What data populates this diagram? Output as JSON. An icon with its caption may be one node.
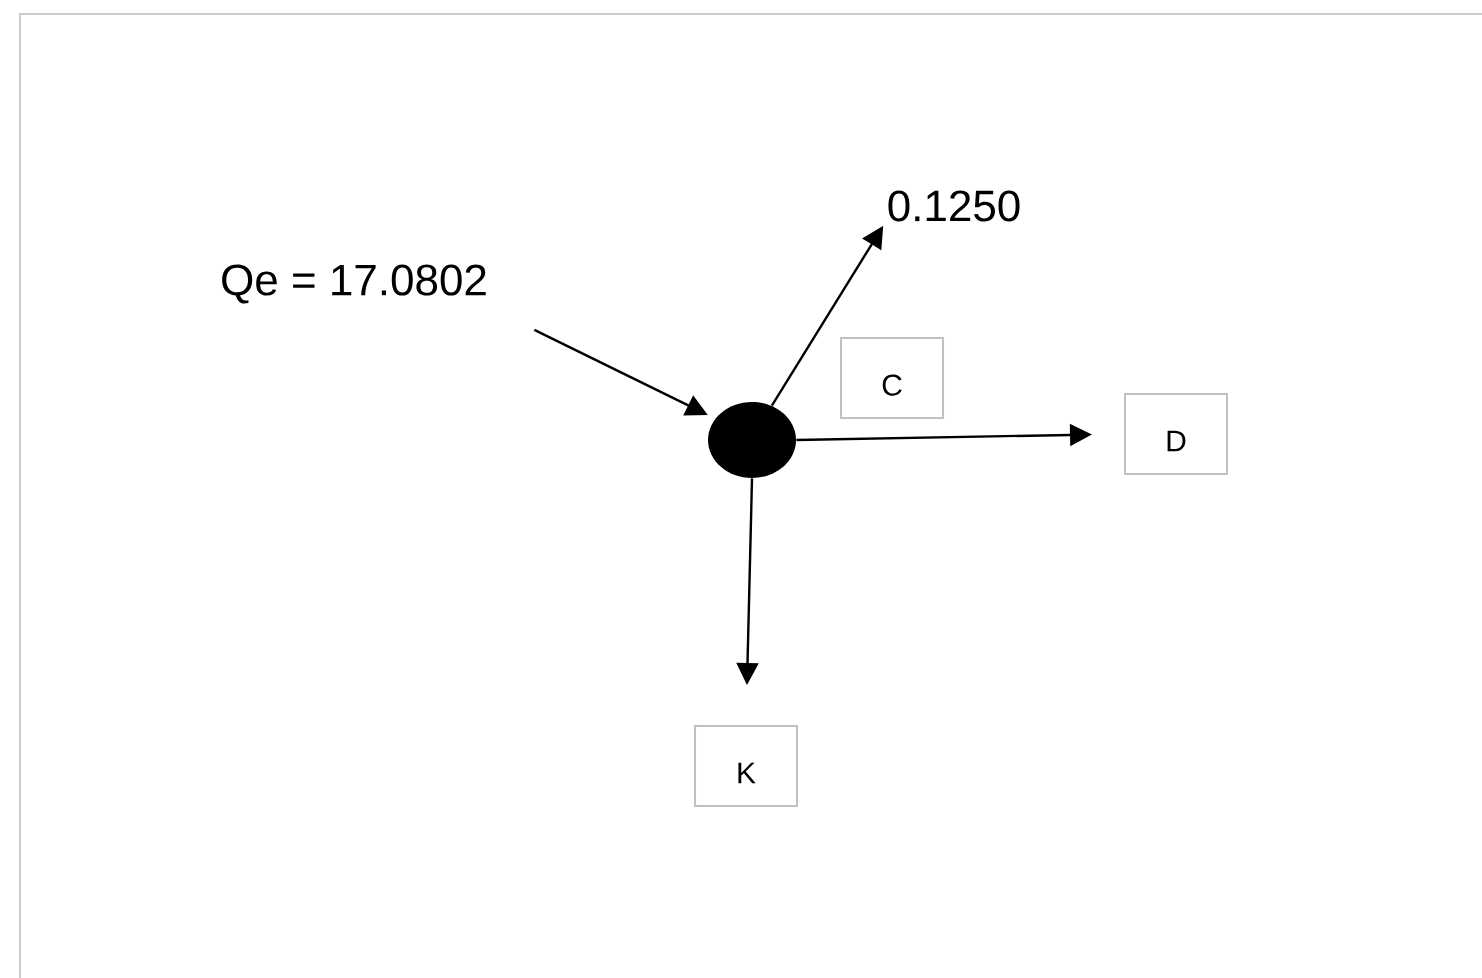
{
  "diagram": {
    "nodes": [
      {
        "text": [
          "Qe = 17.0802"
        ]
      },
      {
        "text": [],
        "shape": "circle"
      },
      {
        "text": [
          "0.1250"
        ]
      },
      {
        "text": [
          "C"
        ]
      },
      {
        "text": [
          "D"
        ]
      },
      {
        "text": [
          "K"
        ]
      }
    ],
    "edges": [
      {
        "from": 0,
        "to": 1,
        "arrow": "to"
      },
      {
        "from": 1,
        "to": 2,
        "arrow": "to"
      },
      {
        "from": 1,
        "to": 4,
        "arrow": "to"
      },
      {
        "from": 1,
        "to": 5,
        "arrow": "to"
      }
    ]
  }
}
